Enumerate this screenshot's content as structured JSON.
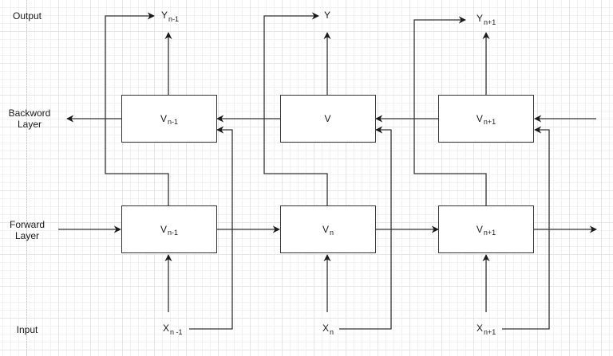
{
  "row_labels": {
    "output": "Output",
    "backward": [
      "Backword",
      "Layer"
    ],
    "forward": [
      "Forward",
      "Layer"
    ],
    "input": "Input"
  },
  "outputs": [
    {
      "symbol": "Y",
      "subscript": "n-1"
    },
    {
      "symbol": "Y",
      "subscript": ""
    },
    {
      "symbol": "Y",
      "subscript": "n+1"
    }
  ],
  "backward_nodes": [
    {
      "symbol": "V",
      "subscript": "n-1"
    },
    {
      "symbol": "V",
      "subscript": ""
    },
    {
      "symbol": "V",
      "subscript": "n+1"
    }
  ],
  "forward_nodes": [
    {
      "symbol": "V",
      "subscript": "n-1"
    },
    {
      "symbol": "V",
      "subscript": "n"
    },
    {
      "symbol": "V",
      "subscript": "n+1"
    }
  ],
  "inputs": [
    {
      "symbol": "X",
      "subscript": "n -1"
    },
    {
      "symbol": "X",
      "subscript": "n"
    },
    {
      "symbol": "X",
      "subscript": "n+1"
    }
  ],
  "colors": {
    "line": "#333333",
    "box_border": "#333333",
    "grid": "#e6e6e6"
  }
}
